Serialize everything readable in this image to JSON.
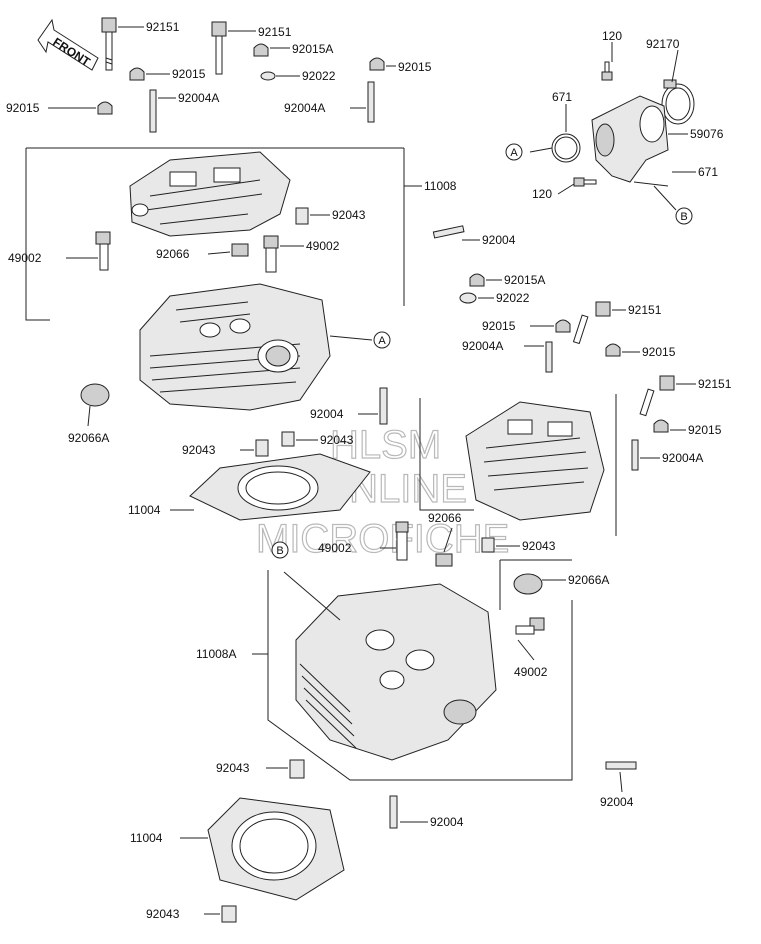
{
  "direction_arrow": "FRONT",
  "watermark": [
    "HLSM",
    "ONLINE",
    "MICROFICHE"
  ],
  "callouts": {
    "a": "A",
    "b": "B"
  },
  "labels": {
    "p92151_a": "92151",
    "p92151_b": "92151",
    "p92015A_a": "92015A",
    "p92015_a": "92015",
    "p92022_a": "92022",
    "p92015_b": "92015",
    "p92015_c": "92015",
    "p92004A_a": "92004A",
    "p92004A_b": "92004A",
    "p120_a": "120",
    "p92170": "92170",
    "p671_a": "671",
    "p59076": "59076",
    "p671_b": "671",
    "p120_b": "120",
    "p11008": "11008",
    "p92043_a": "92043",
    "p92004_a": "92004",
    "p49002_a": "49002",
    "p92066_a": "92066",
    "p49002_b": "49002",
    "p92015A_b": "92015A",
    "p92022_b": "92022",
    "p92151_c": "92151",
    "p92015_d": "92015",
    "p92004A_c": "92004A",
    "p92015_e": "92015",
    "p92151_d": "92151",
    "p92066A_a": "92066A",
    "p92004_b": "92004",
    "p92043_b": "92043",
    "p92043_c": "92043",
    "p92015_f": "92015",
    "p92004A_d": "92004A",
    "p11004_a": "11004",
    "p92066_b": "92066",
    "p49002_c": "49002",
    "p92043_d": "92043",
    "p92066A_b": "92066A",
    "p11008A": "11008A",
    "p49002_d": "49002",
    "p92043_e": "92043",
    "p92004_c": "92004",
    "p92004_d": "92004",
    "p11004_b": "11004",
    "p92043_f": "92043"
  }
}
